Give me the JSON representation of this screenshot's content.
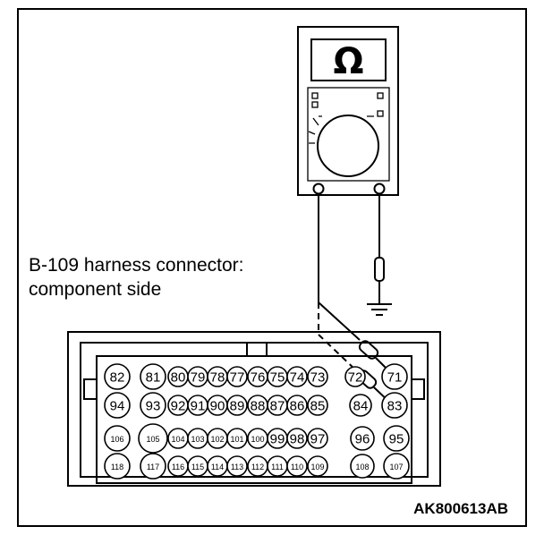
{
  "meter": {
    "display_symbol": "Ω"
  },
  "connector": {
    "label_line1": "B-109 harness connector:",
    "label_line2": "component side",
    "rows": [
      [
        "82",
        "81",
        "80",
        "79",
        "78",
        "77",
        "76",
        "75",
        "74",
        "73",
        "72",
        "71"
      ],
      [
        "94",
        "93",
        "92",
        "91",
        "90",
        "89",
        "88",
        "87",
        "86",
        "85",
        "84",
        "83"
      ],
      [
        "106",
        "105",
        "104",
        "103",
        "102",
        "101",
        "100",
        "99",
        "98",
        "97",
        "96",
        "95"
      ],
      [
        "118",
        "117",
        "116",
        "115",
        "114",
        "113",
        "112",
        "111",
        "110",
        "109",
        "108",
        "107"
      ]
    ]
  },
  "figure_code": "AK800613AB"
}
